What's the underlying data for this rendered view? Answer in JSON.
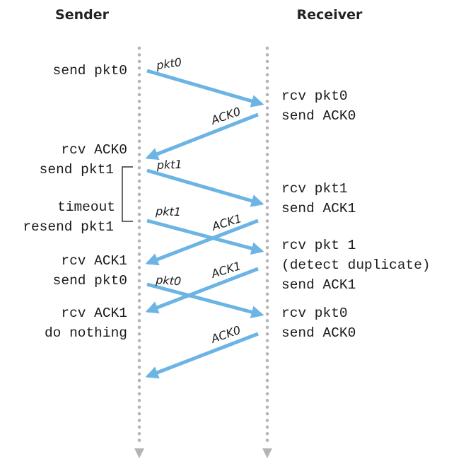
{
  "headers": {
    "sender": "Sender",
    "receiver": "Receiver"
  },
  "sender_events": [
    "send pkt0",
    "rcv ACK0",
    "send pkt1",
    "timeout",
    "resend pkt1",
    "rcv ACK1",
    "send pkt0",
    "rcv ACK1",
    "do nothing"
  ],
  "receiver_events": [
    "rcv pkt0",
    "send ACK0",
    "rcv pkt1",
    "send ACK1",
    "rcv pkt 1",
    "(detect duplicate)",
    "send ACK1",
    "rcv pkt0",
    "send ACK0"
  ],
  "messages": [
    {
      "label": "pkt0",
      "direction": "to-receiver"
    },
    {
      "label": "ACK0",
      "direction": "to-sender"
    },
    {
      "label": "pkt1",
      "direction": "to-receiver"
    },
    {
      "label": "pkt1",
      "direction": "to-receiver"
    },
    {
      "label": "ACK1",
      "direction": "to-sender"
    },
    {
      "label": "ACK1",
      "direction": "to-sender"
    },
    {
      "label": "pkt0",
      "direction": "to-receiver"
    },
    {
      "label": "ACK0",
      "direction": "to-sender"
    }
  ],
  "colors": {
    "arrow": "#6cb4e4",
    "timeline": "#b4b4b4",
    "text": "#1a1a1a"
  }
}
